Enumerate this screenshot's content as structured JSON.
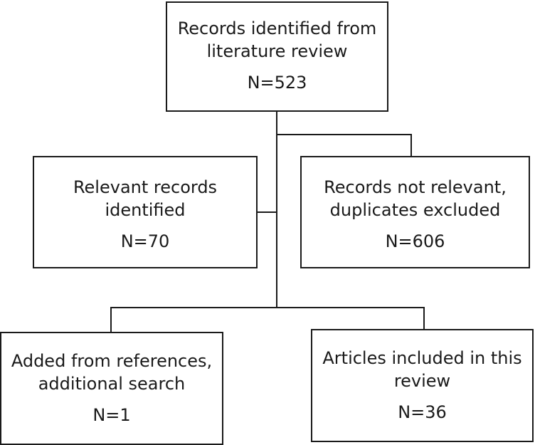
{
  "diagram": {
    "nodes": [
      {
        "id": "literature",
        "lines": [
          "Records identified from",
          "literature review"
        ],
        "count": "N=523"
      },
      {
        "id": "relevant",
        "lines": [
          "Relevant records",
          "identified"
        ],
        "count": "N=70"
      },
      {
        "id": "excluded",
        "lines": [
          "Records not relevant,",
          "duplicates excluded"
        ],
        "count": "N=606"
      },
      {
        "id": "added",
        "lines": [
          "Added from references,",
          "additional search"
        ],
        "count": "N=1"
      },
      {
        "id": "included",
        "lines": [
          "Articles included in this",
          "review"
        ],
        "count": "N=36"
      }
    ],
    "line_color": "#1a1a1a"
  }
}
